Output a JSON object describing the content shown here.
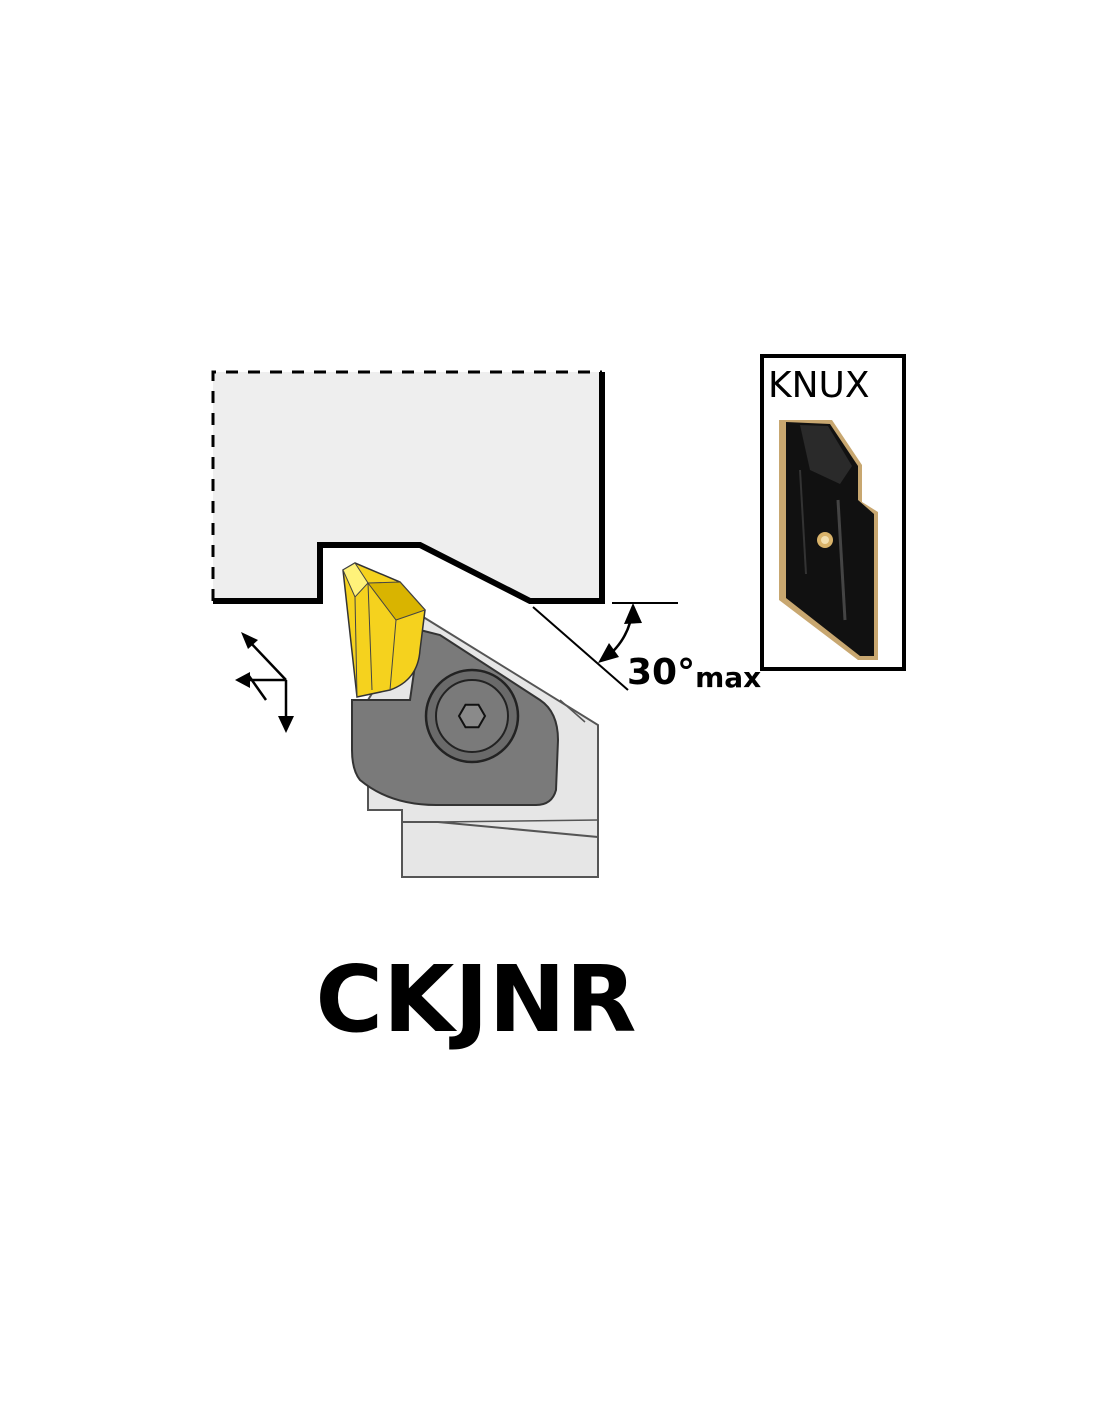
{
  "diagram": {
    "angle_label": "30°",
    "angle_suffix": "max",
    "insert_code": "KNUX",
    "holder_code": "CKJNR"
  },
  "colors": {
    "workpiece": "#eeeeee",
    "insert_yellow": "#f5d21e",
    "insert_shadow": "#d9b400",
    "clamp_dark": "#7a7a7a",
    "holder_body": "#e6e6e6",
    "holder_outline": "#555555",
    "insert_photo": "#111111",
    "insert_photo_edge": "#c8a770"
  }
}
